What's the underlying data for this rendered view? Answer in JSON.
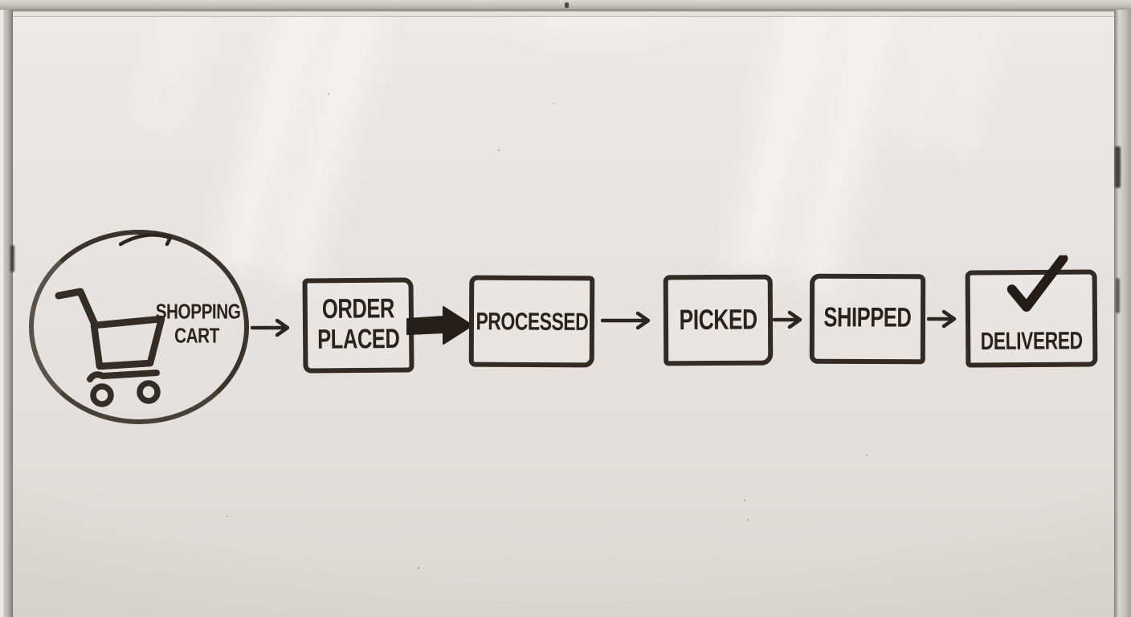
{
  "scene": {
    "type": "whiteboard-photo",
    "description": "Hand-drawn order fulfillment flowchart on a glossy whiteboard"
  },
  "colors": {
    "marker": "#2a231e",
    "board": "#e5e2de",
    "frame": "#b3b0ab",
    "rail": "#c8c5c0"
  },
  "diagram": {
    "flow_direction": "left-to-right",
    "nodes": [
      {
        "id": "shopping-cart",
        "shape": "circle",
        "icon": "shopping-cart-icon",
        "label": "SHOPPING\nCART"
      },
      {
        "id": "order-placed",
        "shape": "rectangle",
        "label": "ORDER\nPLACED"
      },
      {
        "id": "processed",
        "shape": "rectangle",
        "label": "PROCESSED"
      },
      {
        "id": "picked",
        "shape": "rectangle",
        "label": "PICKED"
      },
      {
        "id": "shipped",
        "shape": "rectangle",
        "label": "SHIPPED"
      },
      {
        "id": "delivered",
        "shape": "rectangle",
        "icon": "check-icon",
        "label": "DELIVERED"
      }
    ],
    "connectors": [
      {
        "from": "shopping-cart",
        "to": "order-placed",
        "style": "thin-arrow"
      },
      {
        "from": "order-placed",
        "to": "processed",
        "style": "bold-arrow"
      },
      {
        "from": "processed",
        "to": "picked",
        "style": "thin-arrow"
      },
      {
        "from": "picked",
        "to": "shipped",
        "style": "thin-arrow"
      },
      {
        "from": "shipped",
        "to": "delivered",
        "style": "thin-arrow"
      }
    ]
  }
}
